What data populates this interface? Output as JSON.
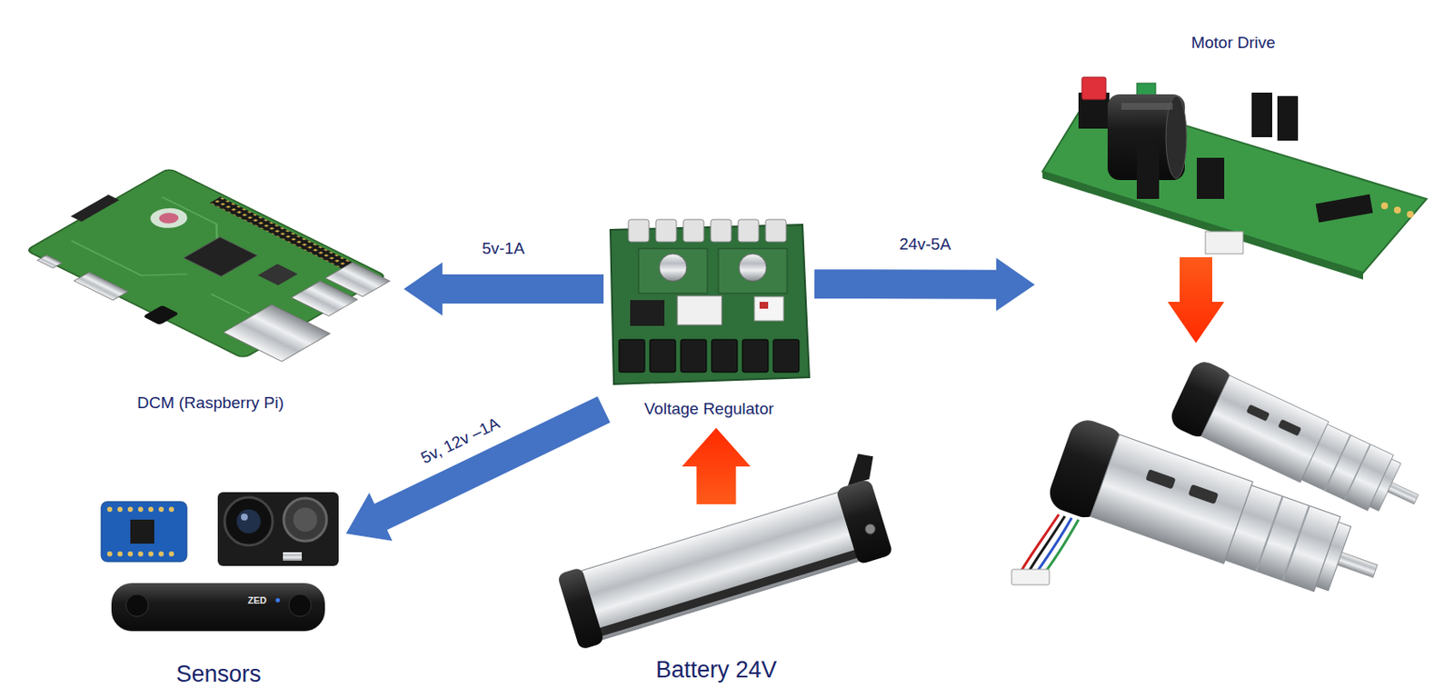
{
  "diagram": {
    "nodes": [
      {
        "text": [
          "Motor Drive"
        ]
      },
      {
        "text": [
          "DCM (Raspberry Pi)"
        ]
      },
      {
        "text": [
          "Voltage Regulator"
        ]
      },
      {
        "text": [
          "Sensors"
        ]
      },
      {
        "text": [
          "Battery 24V"
        ]
      }
    ],
    "edges": [
      {
        "from": 2,
        "to": 1,
        "label": "5v-1A",
        "arrow": "to"
      },
      {
        "from": 2,
        "to": 0,
        "label": "24v-5A",
        "arrow": "to"
      },
      {
        "from": 2,
        "to": 3,
        "label": "5v, 12v –1A",
        "arrow": "to"
      },
      {
        "from": 4,
        "to": 2,
        "arrow": "to"
      }
    ],
    "labels": [
      "ZED"
    ]
  }
}
